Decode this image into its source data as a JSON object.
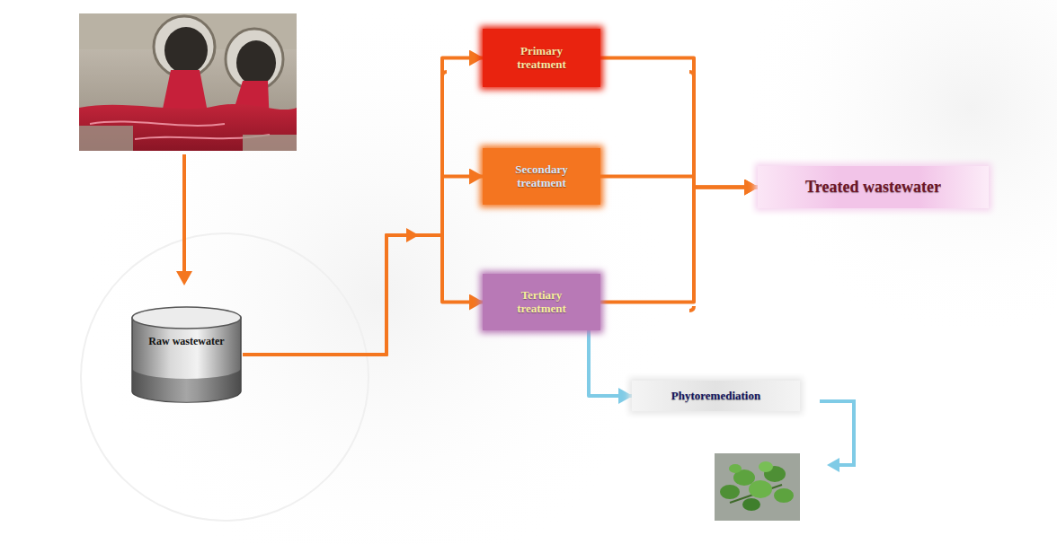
{
  "diagram": {
    "nodes": [
      {
        "text": [
          "Raw wastewater"
        ]
      },
      {
        "text": [
          "Primary treatment"
        ]
      },
      {
        "text": [
          "Secondary treatment"
        ]
      },
      {
        "text": [
          "Tertiary treatment"
        ]
      },
      {
        "text": [
          "Treated wastewater"
        ]
      },
      {
        "text": [
          "Phytoremediation"
        ]
      }
    ],
    "edges": [
      {
        "from": 0,
        "to": 1,
        "arrow": "to"
      },
      {
        "from": 0,
        "to": 2,
        "arrow": "to"
      },
      {
        "from": 0,
        "to": 3,
        "arrow": "to"
      },
      {
        "from": 1,
        "to": 4,
        "arrow": "to"
      },
      {
        "from": 2,
        "to": 4,
        "arrow": "to"
      },
      {
        "from": 3,
        "to": 4,
        "arrow": "to"
      },
      {
        "from": 3,
        "to": 5,
        "arrow": "to"
      }
    ]
  }
}
